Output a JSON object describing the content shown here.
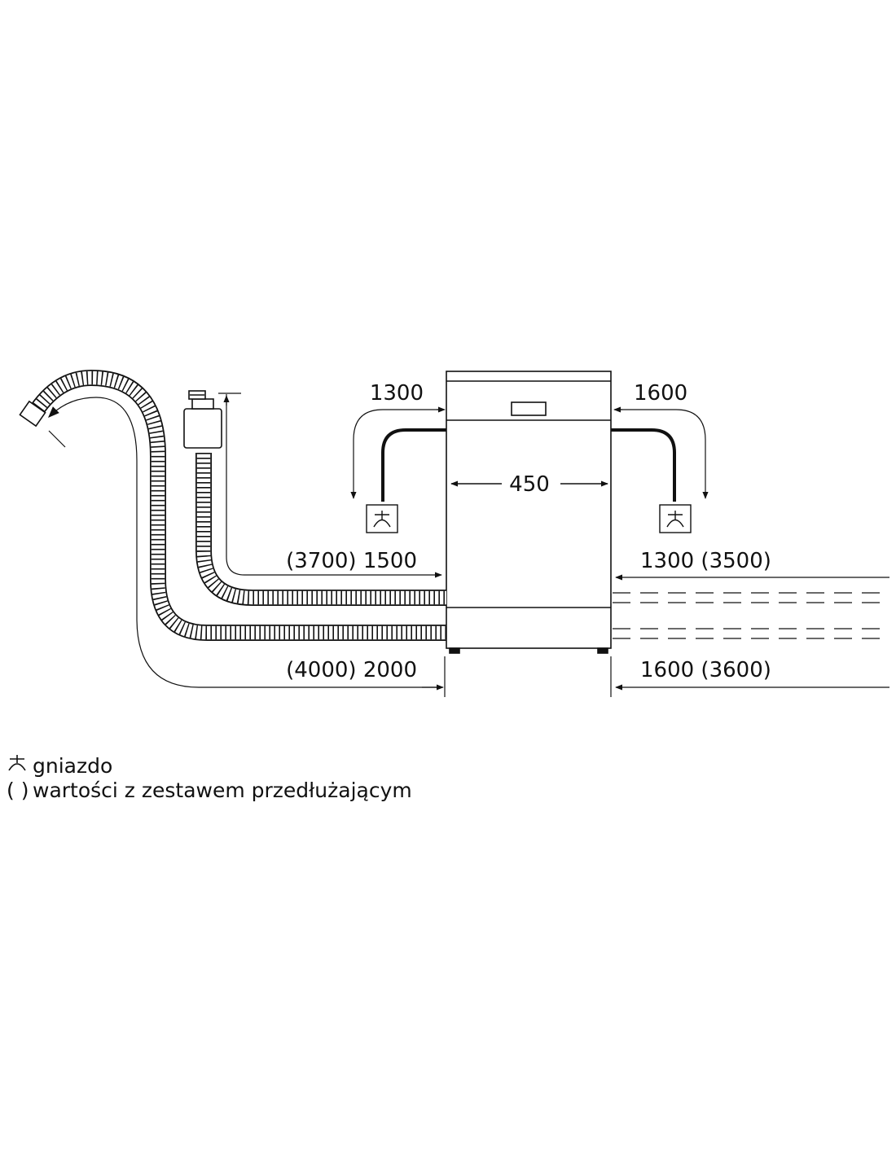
{
  "dimensions": {
    "width": "450",
    "power_cord_left": "1300",
    "power_cord_right": "1600",
    "inlet_hose_left": "(3700) 1500",
    "inlet_hose_right": "1300 (3500)",
    "drain_hose_left": "(4000) 2000",
    "drain_hose_right": "1600 (3600)"
  },
  "legend": {
    "socket_symbol_icon": "socket-icon",
    "socket_label": "gniazdo",
    "paren_symbol": "( )",
    "paren_label": "wartości z zestawem przedłużającym"
  },
  "colors": {
    "line": "#111111",
    "background": "#ffffff"
  }
}
